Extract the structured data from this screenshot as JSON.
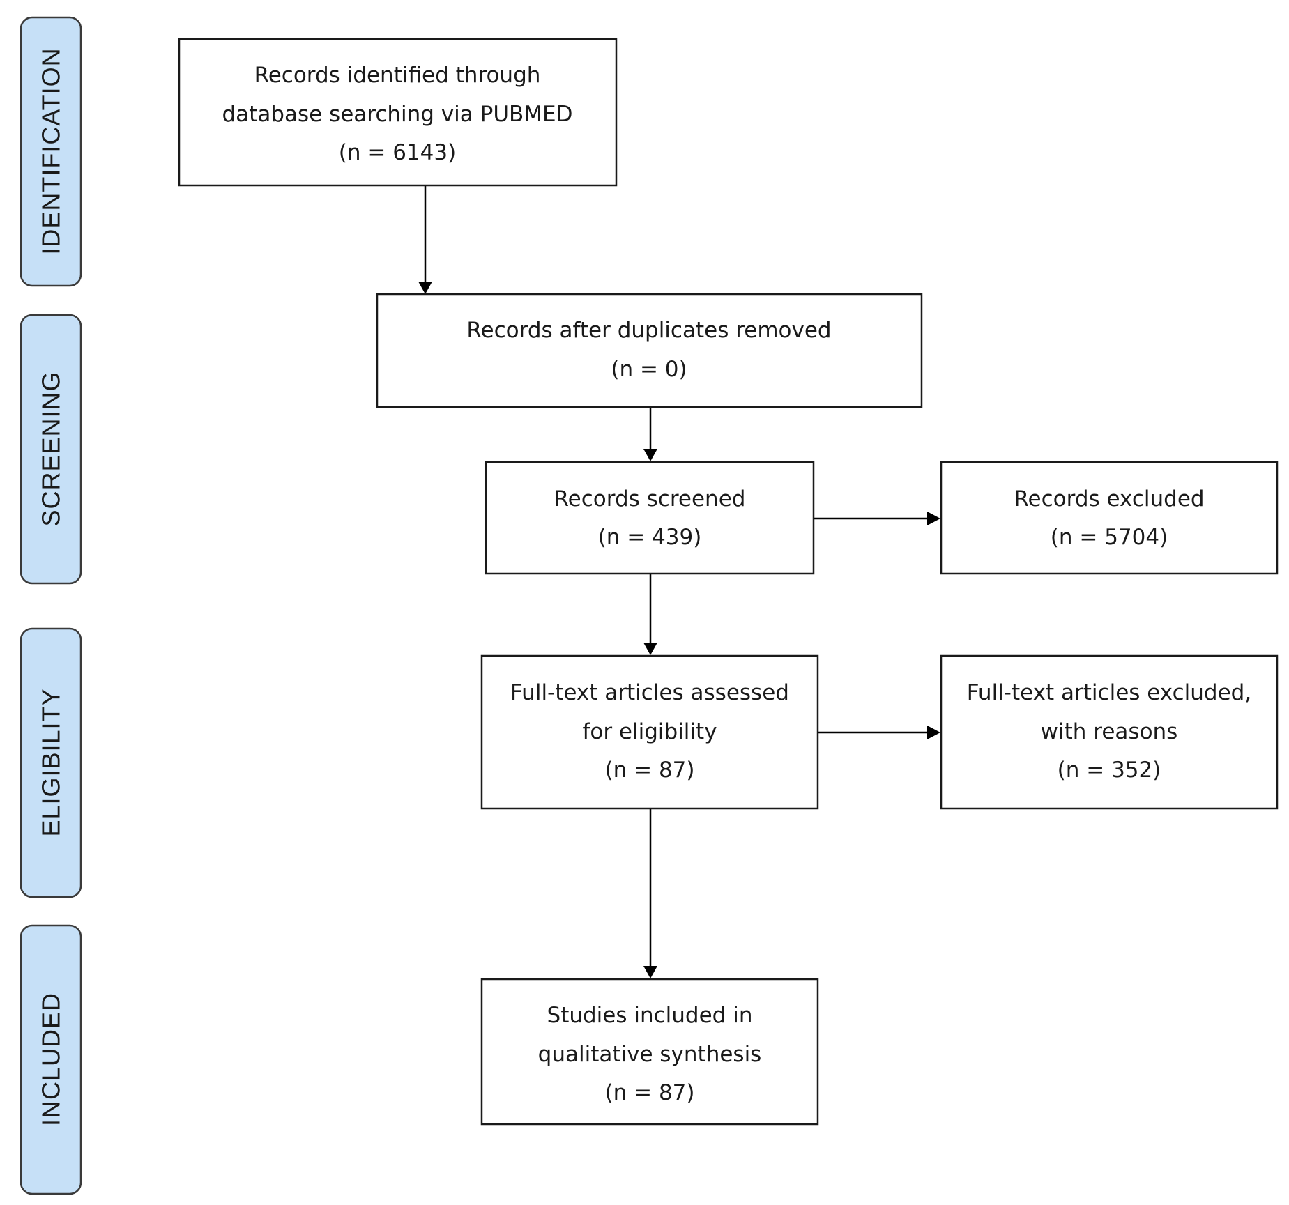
{
  "stages": {
    "identification": "IDENTIFICATION",
    "screening": "SCREENING",
    "eligibility": "ELIGIBILITY",
    "included": "INCLUDED"
  },
  "boxes": {
    "identified": {
      "line1": "Records identified through",
      "line2": "database searching via PUBMED",
      "line3": "(n = 6143)"
    },
    "duplicates_removed": {
      "line1": "Records after duplicates removed",
      "line2": "(n = 0)"
    },
    "screened": {
      "line1": "Records screened",
      "line2": "(n = 439)"
    },
    "excluded": {
      "line1": "Records excluded",
      "line2": "(n = 5704)"
    },
    "fulltext_assessed": {
      "line1": "Full-text articles assessed",
      "line2": "for eligibility",
      "line3": "(n = 87)"
    },
    "fulltext_excluded": {
      "line1": "Full-text articles excluded,",
      "line2": "with reasons",
      "line3": "(n = 352)"
    },
    "included": {
      "line1": "Studies included in",
      "line2": "qualitative synthesis",
      "line3": "(n = 87)"
    }
  },
  "colors": {
    "stage_fill": "#c6e0f7",
    "box_stroke": "#1a1a1a",
    "arrow": "#000000"
  }
}
